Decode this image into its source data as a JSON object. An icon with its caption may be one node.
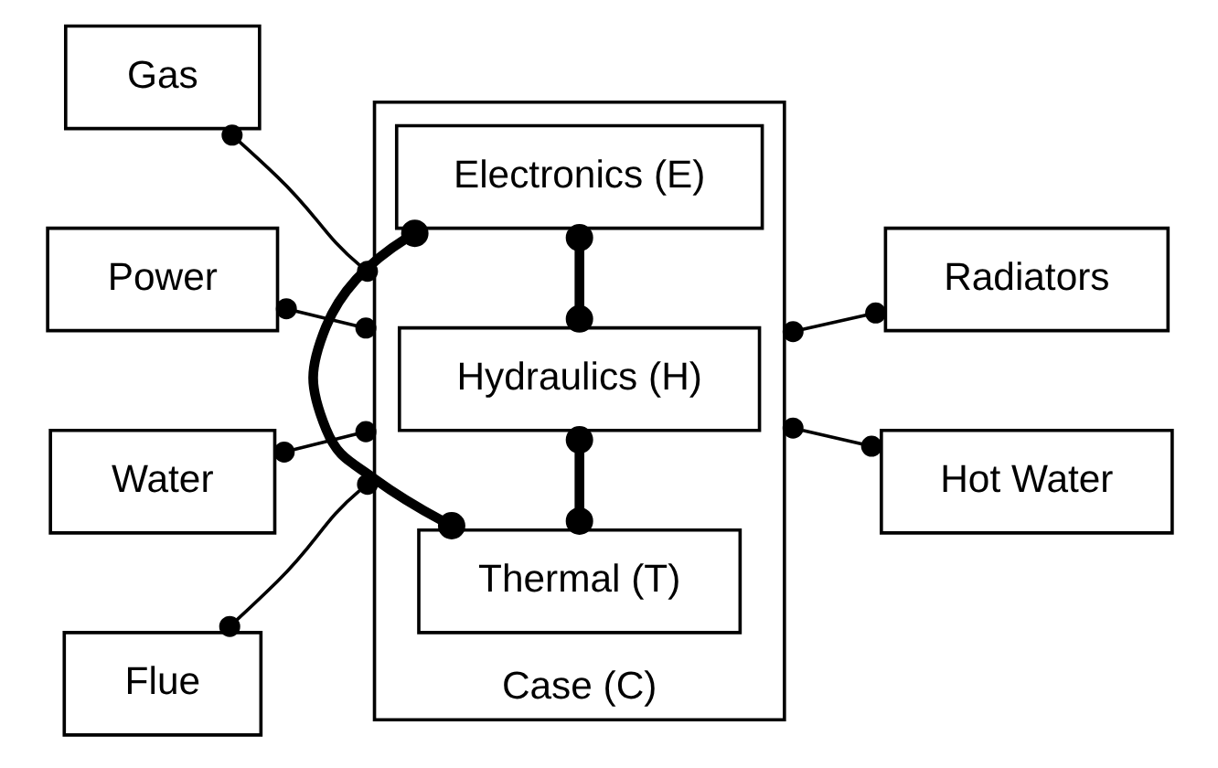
{
  "diagram": {
    "nodes": [
      {
        "text": [
          "Case (C)"
        ]
      },
      {
        "text": [
          "Thermal (T)"
        ],
        "in": 0
      },
      {
        "text": [
          "Hydraulics (H)"
        ],
        "in": 0
      },
      {
        "text": [
          "Electronics (E)"
        ],
        "in": 0
      },
      {
        "text": [
          "Gas"
        ]
      },
      {
        "text": [
          "Power"
        ]
      },
      {
        "text": [
          "Water"
        ]
      },
      {
        "text": [
          "Flue"
        ]
      },
      {
        "text": [
          "Radiators"
        ]
      },
      {
        "text": [
          "Hot Water"
        ]
      }
    ],
    "edges": [
      {
        "from": 4,
        "to": 0,
        "arrow": "other"
      },
      {
        "from": 5,
        "to": 0,
        "arrow": "other"
      },
      {
        "from": 6,
        "to": 0,
        "arrow": "other"
      },
      {
        "from": 7,
        "to": 0,
        "arrow": "other"
      },
      {
        "from": 1,
        "to": 2,
        "arrow": "other",
        "style": "thick"
      },
      {
        "from": 2,
        "to": 3,
        "arrow": "other",
        "style": "thick"
      },
      {
        "from": 1,
        "to": 3,
        "arrow": "other",
        "style": "thick"
      },
      {
        "from": 0,
        "to": 8,
        "arrow": "other"
      },
      {
        "from": 0,
        "to": 9,
        "arrow": "other"
      }
    ]
  }
}
